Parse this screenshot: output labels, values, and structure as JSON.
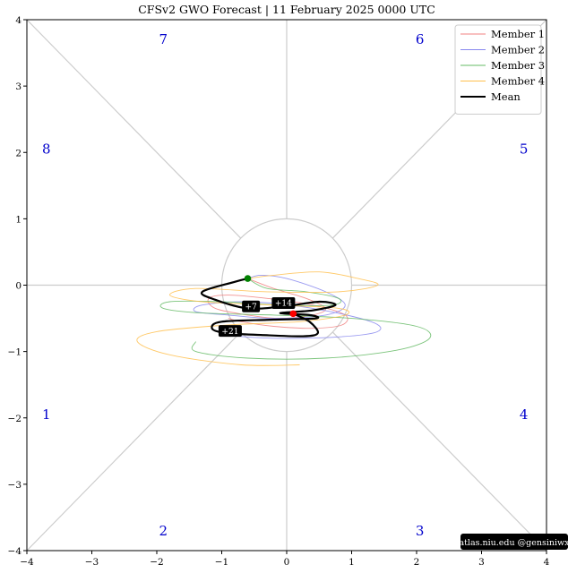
{
  "chart_data": {
    "type": "line",
    "title": "CFSv2 GWO Forecast   |   11  February  2025 0000 UTC",
    "xlim": [
      -4,
      4
    ],
    "ylim": [
      -4,
      4
    ],
    "x_ticks": [
      "−4",
      "−3",
      "−2",
      "−1",
      "0",
      "1",
      "2",
      "3",
      "4"
    ],
    "y_ticks": [
      "4",
      "3",
      "2",
      "1",
      "0",
      "−1",
      "−2",
      "−3",
      "−4"
    ],
    "phase_labels": [
      {
        "label": "7",
        "x": -1.9,
        "y": 3.7
      },
      {
        "label": "6",
        "x": 2.05,
        "y": 3.7
      },
      {
        "label": "8",
        "x": -3.7,
        "y": 2.05
      },
      {
        "label": "5",
        "x": 3.65,
        "y": 2.05
      },
      {
        "label": "1",
        "x": -3.7,
        "y": -1.95
      },
      {
        "label": "4",
        "x": 3.65,
        "y": -1.95
      },
      {
        "label": "2",
        "x": -1.9,
        "y": -3.7
      },
      {
        "label": "3",
        "x": 2.05,
        "y": -3.7
      }
    ],
    "legend_position": "top-right",
    "series": [
      {
        "name": "Member 1",
        "color": "#f08080",
        "x": [
          -0.6,
          -0.2,
          0.3,
          0.6,
          0.4,
          -0.1,
          -0.6,
          -1.1,
          -1.2,
          -0.9,
          -0.3,
          0.4,
          0.9,
          0.85,
          0.4,
          -0.2,
          -0.7,
          -0.9
        ],
        "y": [
          0.1,
          -0.05,
          -0.2,
          -0.35,
          -0.45,
          -0.5,
          -0.45,
          -0.35,
          -0.2,
          -0.15,
          -0.2,
          -0.3,
          -0.45,
          -0.6,
          -0.65,
          -0.62,
          -0.55,
          -0.5
        ]
      },
      {
        "name": "Member 2",
        "color": "#8888ee",
        "x": [
          -0.6,
          -0.4,
          0.0,
          0.6,
          0.9,
          0.6,
          -0.2,
          -0.9,
          -1.4,
          -1.3,
          -0.6,
          0.4,
          1.3,
          1.4,
          0.8,
          -0.2,
          -0.9,
          -1.0
        ],
        "y": [
          0.1,
          0.15,
          0.1,
          -0.1,
          -0.3,
          -0.45,
          -0.5,
          -0.45,
          -0.4,
          -0.3,
          -0.25,
          -0.35,
          -0.55,
          -0.7,
          -0.78,
          -0.8,
          -0.75,
          -0.68
        ]
      },
      {
        "name": "Member 3",
        "color": "#66bb66",
        "x": [
          -0.6,
          -0.3,
          0.3,
          0.8,
          0.7,
          -0.1,
          -1.0,
          -1.8,
          -1.9,
          -1.3,
          -0.2,
          1.0,
          2.0,
          2.2,
          1.7,
          0.6,
          -0.6,
          -1.4,
          -1.4
        ],
        "y": [
          0.1,
          -0.05,
          -0.1,
          -0.2,
          -0.3,
          -0.3,
          -0.25,
          -0.25,
          -0.35,
          -0.42,
          -0.45,
          -0.5,
          -0.62,
          -0.8,
          -0.98,
          -1.1,
          -1.1,
          -1.0,
          -0.85
        ]
      },
      {
        "name": "Member 4",
        "color": "#ffc04d",
        "x": [
          -0.6,
          -0.2,
          0.5,
          1.1,
          1.4,
          0.8,
          -0.3,
          -1.4,
          -1.8,
          -1.3,
          -0.2,
          0.8,
          0.9,
          0.2,
          -0.9,
          -2.0,
          -2.3,
          -1.8,
          -0.7,
          0.2
        ],
        "y": [
          0.1,
          0.15,
          0.2,
          0.1,
          0.0,
          -0.1,
          -0.1,
          -0.05,
          -0.15,
          -0.25,
          -0.3,
          -0.35,
          -0.45,
          -0.55,
          -0.6,
          -0.7,
          -0.85,
          -1.05,
          -1.2,
          -1.2
        ]
      },
      {
        "name": "Mean",
        "color": "#000000",
        "x": [
          -0.6,
          -0.8,
          -1.3,
          -1.1,
          -0.6,
          -0.05,
          0.5,
          0.75,
          0.4,
          -0.1,
          0.35,
          0.45,
          -0.2,
          -1.0,
          -1.15,
          -0.95,
          -0.4,
          0.25,
          0.48,
          0.35,
          0.1
        ],
        "y": [
          0.1,
          0.05,
          -0.1,
          -0.22,
          -0.35,
          -0.32,
          -0.25,
          -0.3,
          -0.38,
          -0.42,
          -0.45,
          -0.5,
          -0.52,
          -0.55,
          -0.65,
          -0.72,
          -0.75,
          -0.77,
          -0.72,
          -0.55,
          -0.43
        ]
      }
    ],
    "lead_labels": [
      {
        "label": "+7",
        "x": -0.55,
        "y": -0.32
      },
      {
        "label": "+14",
        "x": -0.05,
        "y": -0.27
      },
      {
        "label": "+21",
        "x": -0.87,
        "y": -0.69
      }
    ],
    "start_point": {
      "x": -0.6,
      "y": 0.1,
      "color": "#008000"
    },
    "end_point": {
      "x": 0.1,
      "y": -0.43,
      "color": "#ff0000"
    },
    "credit": "atlas.niu.edu  @gensiniwx"
  }
}
